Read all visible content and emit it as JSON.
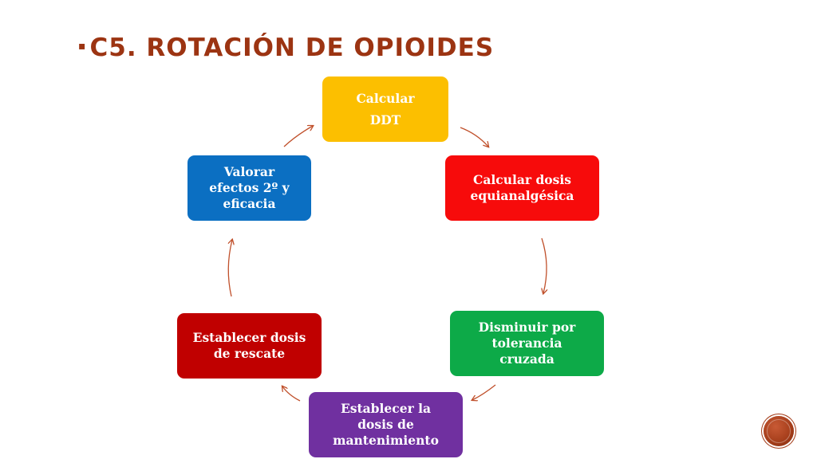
{
  "title": {
    "bullet": "▪",
    "text": "C5. ROTACIÓN DE OPIOIDES"
  },
  "cycle": {
    "nodes": [
      {
        "label": "Calcular\nDDT",
        "color": "#fcbf00"
      },
      {
        "label": "Calcular dosis\nequianalgésica",
        "color": "#f70b0b"
      },
      {
        "label": "Disminuir por\ntolerancia\ncruzada",
        "color": "#0daa48"
      },
      {
        "label": "Establecer la\ndosis de\nmantenimiento",
        "color": "#7030a0"
      },
      {
        "label": "Establecer dosis\nde rescate",
        "color": "#c00000"
      },
      {
        "label": "Valorar\nefectos 2º y\neficacia",
        "color": "#0b6fc2"
      }
    ],
    "arrow_color": "#c0502b"
  },
  "colors": {
    "title": "#9c3412",
    "background": "#ffffff"
  }
}
